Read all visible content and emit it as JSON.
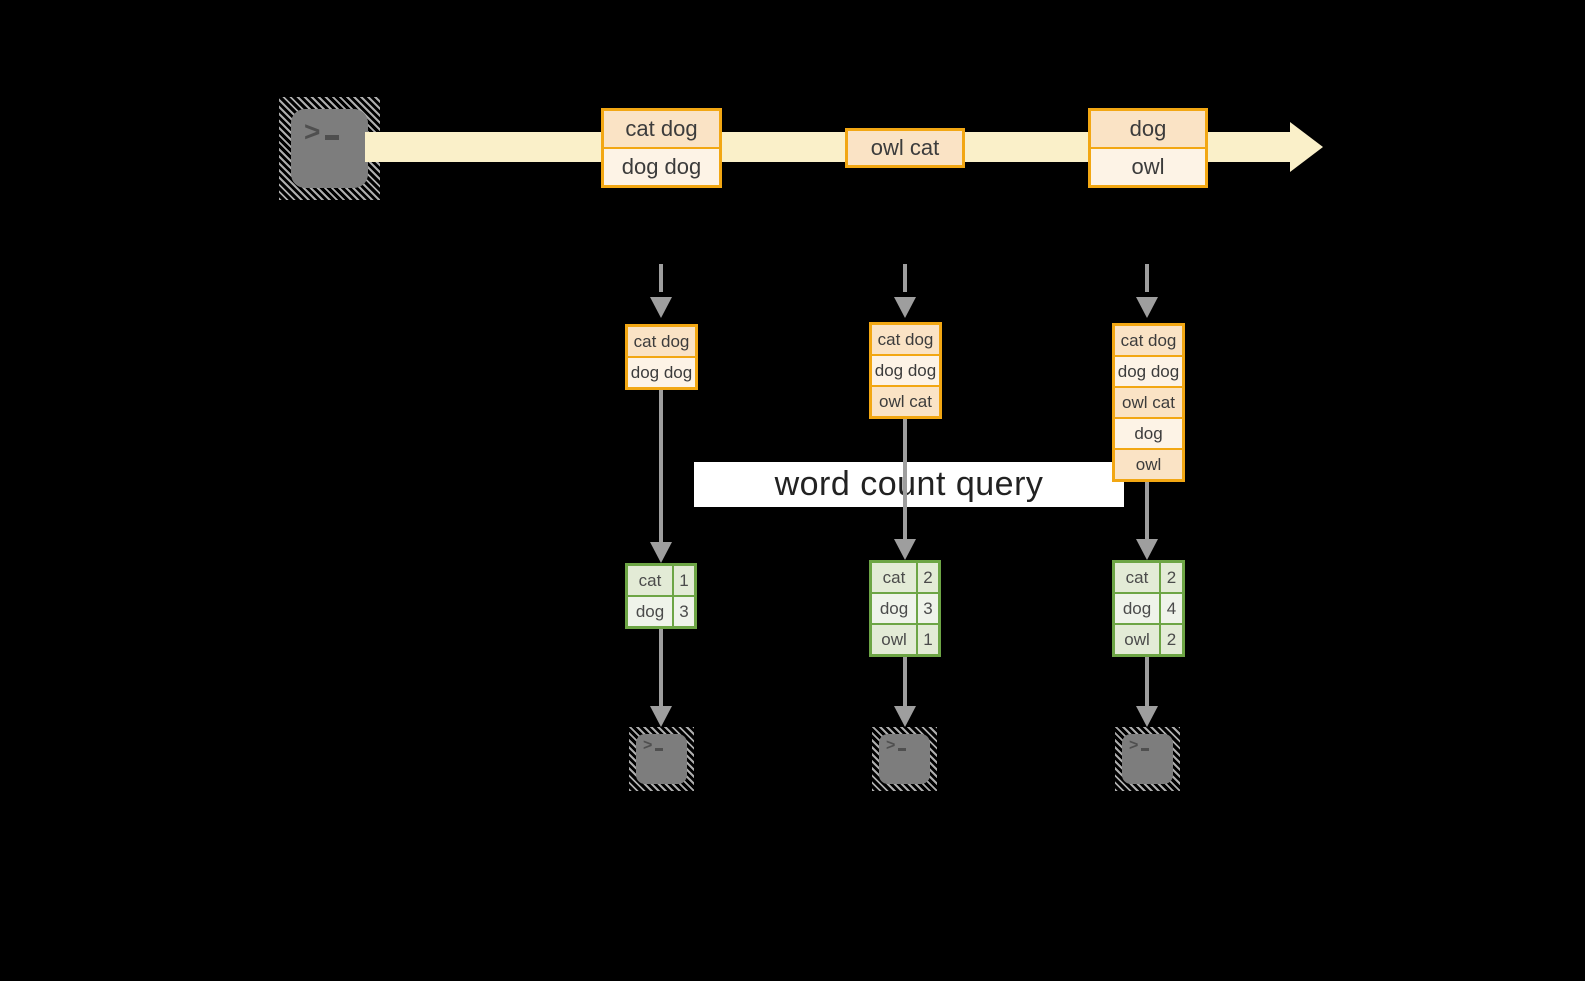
{
  "banner": {
    "label": "word count query"
  },
  "icons": {
    "prompt_chevron": ">"
  },
  "stream": {
    "batches": [
      {
        "items": [
          "cat dog",
          "dog dog"
        ]
      },
      {
        "items": [
          "owl cat"
        ]
      },
      {
        "items": [
          "dog",
          "owl"
        ]
      }
    ]
  },
  "columns": [
    {
      "records": [
        "cat dog",
        "dog dog"
      ],
      "counts": [
        {
          "word": "cat",
          "count": "1"
        },
        {
          "word": "dog",
          "count": "3"
        }
      ]
    },
    {
      "records": [
        "cat dog",
        "dog dog",
        "owl cat"
      ],
      "counts": [
        {
          "word": "cat",
          "count": "2"
        },
        {
          "word": "dog",
          "count": "3"
        },
        {
          "word": "owl",
          "count": "1"
        }
      ]
    },
    {
      "records": [
        "cat dog",
        "dog dog",
        "owl cat",
        "dog",
        "owl"
      ],
      "counts": [
        {
          "word": "cat",
          "count": "2"
        },
        {
          "word": "dog",
          "count": "4"
        },
        {
          "word": "owl",
          "count": "2"
        }
      ]
    }
  ],
  "colors": {
    "stream_band": "#FAF0C9",
    "record_border": "#F2A713",
    "record_fill_dark": "#FAE3C5",
    "record_fill_light": "#FDF3E6",
    "table_border": "#6DA545",
    "table_fill_dark": "#E3EBD6",
    "table_fill_light": "#EFF3EA",
    "arrow_gray": "#9E9E9E",
    "banner_bg": "#FFFFFF",
    "banner_text": "#222222",
    "terminal_gray": "#7D7D7D",
    "terminal_glyph": "#4F4F4F",
    "hatch_gray": "#ADADAD"
  }
}
